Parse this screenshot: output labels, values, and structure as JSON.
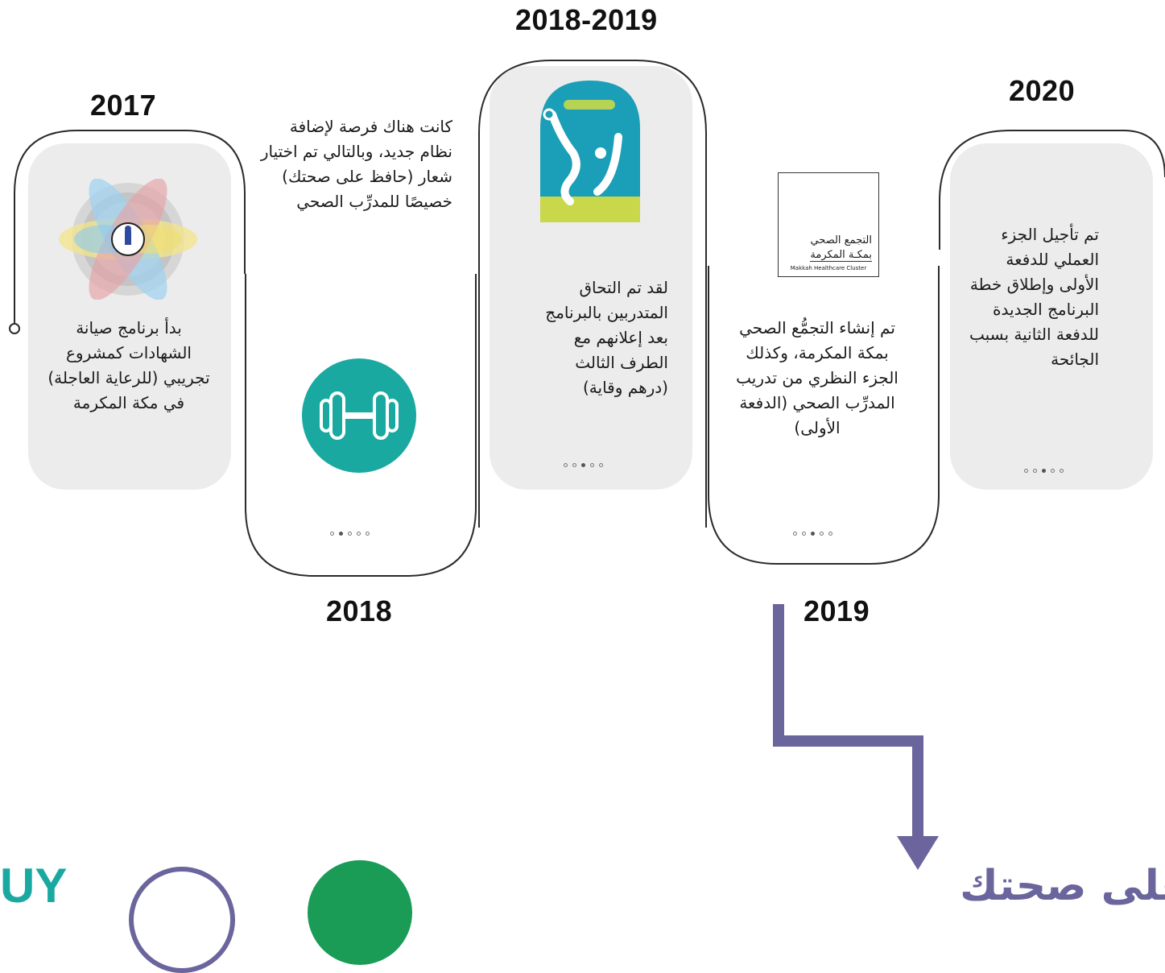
{
  "years": {
    "y2017": "2017",
    "y2018": "2018",
    "y2018_2019": "2018-2019",
    "y2019": "2019",
    "y2020": "2020"
  },
  "events": {
    "e2017": "بدأ برنامج صيانة الشهادات كمشروع تجريبي (للرعاية العاجلة) في مكة المكرمة",
    "e2018": "كانت هناك فرصة لإضافة نظام جديد، وبالتالي تم اختيار شعار (حافظ على صحتك) خصيصًا للمدرِّب الصحي",
    "e2018_2019": "لقد تم التحاق المتدربين بالبرنامج بعد إعلانهم مع الطرف الثالث (درهم وقاية)",
    "e2019": "تم إنشاء التجمُّع الصحي بمكة المكرمة، وكذلك الجزء النظري من تدريب المدرِّب الصحي (الدفعة الأولى)",
    "e2020": "تم تأجيل الجزء العملي للدفعة الأولى وإطلاق خطة البرنامج الجديدة للدفعة الثانية بسبب الجائحة"
  },
  "logos": {
    "makkah_ar_1": "التجمع الصحي",
    "makkah_ar_2": "بمكـة المكرمة",
    "makkah_en": "Makkah Healthcare Cluster"
  },
  "pagination": {
    "p2018": 2,
    "p2018_2019": 3,
    "p2019": 3,
    "p2020": 3,
    "total": 5
  },
  "bottom_text": "على صحتك",
  "colors": {
    "arrow": "#6a659c",
    "teal": "#1aa9a1",
    "green": "#1a9b56",
    "lime": "#c8d84a"
  },
  "icons": [
    "star-flower-logo",
    "dumbbell-icon",
    "stethoscope-logo",
    "makkah-cluster-logo",
    "arrow-down-icon"
  ]
}
